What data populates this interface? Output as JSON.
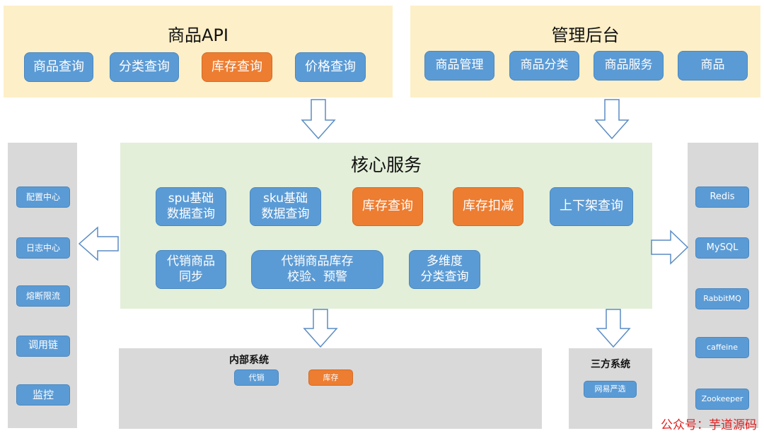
{
  "product_api": {
    "title": "商品API",
    "buttons": [
      {
        "label": "商品查询",
        "color": "blue"
      },
      {
        "label": "分类查询",
        "color": "blue"
      },
      {
        "label": "库存查询",
        "color": "orange"
      },
      {
        "label": "价格查询",
        "color": "blue"
      }
    ]
  },
  "admin": {
    "title": "管理后台",
    "buttons": [
      "商品管理",
      "商品分类",
      "商品服务",
      "商品"
    ]
  },
  "core": {
    "title": "核心服务",
    "row1": [
      {
        "label": "spu基础\n数据查询",
        "color": "blue"
      },
      {
        "label": "sku基础\n数据查询",
        "color": "blue"
      },
      {
        "label": "库存查询",
        "color": "orange"
      },
      {
        "label": "库存扣减",
        "color": "orange"
      },
      {
        "label": "上下架查询",
        "color": "blue"
      }
    ],
    "row2": [
      {
        "label": "代销商品\n同步",
        "color": "blue"
      },
      {
        "label": "代销商品库存\n校验、预警",
        "color": "blue"
      },
      {
        "label": "多维度\n分类查询",
        "color": "blue"
      }
    ]
  },
  "left_panel": {
    "items": [
      "配置中心",
      "日志中心",
      "熔断限流",
      "调用链",
      "监控"
    ]
  },
  "right_panel": {
    "items": [
      "Redis",
      "MySQL",
      "RabbitMQ",
      "caffeine",
      "Zookeeper"
    ]
  },
  "internal": {
    "title": "内部系统",
    "buttons": [
      {
        "label": "代销",
        "color": "blue"
      },
      {
        "label": "库存",
        "color": "orange"
      }
    ]
  },
  "third_party": {
    "title": "三方系统",
    "buttons": [
      "网易严选"
    ]
  },
  "watermark": "公众号：芋道源码",
  "colors": {
    "blue": "#5b9bd5",
    "orange": "#ed7d31",
    "yellow_bg": "#fdefc8",
    "green_bg": "#e3efd9",
    "gray_bg": "#d9d9d9"
  }
}
